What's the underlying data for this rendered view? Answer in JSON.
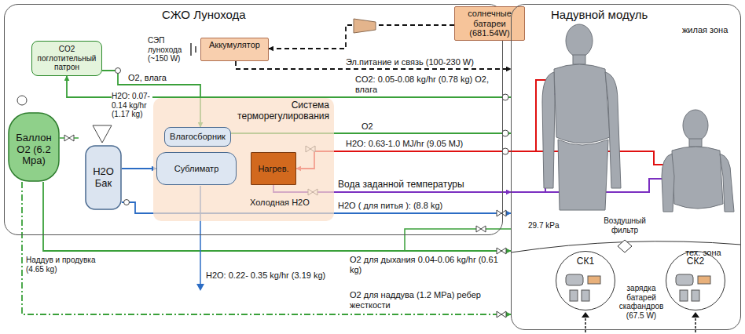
{
  "diagram": {
    "nodes": [
      {
        "text": [
          "СЖО Лунохода"
        ]
      },
      {
        "text": [
          "солнечные батареи (681.54W)"
        ]
      },
      {
        "text": [
          "Надувной модуль"
        ]
      },
      {
        "text": [
          "CO2 поглотительный патрон"
        ],
        "in": 0
      },
      {
        "text": [
          "Аккумулятор"
        ],
        "in": 0
      },
      {
        "text": [
          "Баллон O2 (6.2 Mpa)"
        ],
        "in": 0
      },
      {
        "text": [
          "H2O Бак"
        ],
        "in": 0
      },
      {
        "text": [
          "Система терморегулирования"
        ],
        "in": 0
      },
      {
        "text": [
          "Влагосборник"
        ],
        "in": 7
      },
      {
        "text": [
          "Сублиматр"
        ],
        "in": 7
      },
      {
        "text": [
          "Нагрев."
        ],
        "in": 7
      },
      {
        "text": [
          "СК1"
        ],
        "in": 2
      },
      {
        "text": [
          "СК2"
        ],
        "in": 2
      }
    ],
    "edges": [
      {
        "from": 1,
        "to": 4,
        "arrow": "to"
      },
      {
        "from": 4,
        "to": 2,
        "label": "Эл.питание и связь (100-230 W)",
        "arrow": "to"
      },
      {
        "from": 2,
        "to": 3,
        "label": "CO2: 0.05-0.08 kg/hr (0.78 kg) O2, влага",
        "arrow": "to"
      },
      {
        "from": 3,
        "to": 8,
        "label": "O2, влага",
        "arrow": "to"
      },
      {
        "from": 8,
        "to": 2,
        "label": "O2",
        "arrow": "to"
      },
      {
        "from": 6,
        "to": 9,
        "label": "H2O: 0.07-0.14 kg/hr (1.17 kg)",
        "arrow": "to"
      },
      {
        "from": 2,
        "to": 10,
        "label": "H2O: 0.63-1.0 MJ/hr (9.05 MJ)",
        "arrow": "to"
      },
      {
        "from": 10,
        "to": 2,
        "label": "Вода заданной температуры",
        "arrow": "to"
      },
      {
        "from": 6,
        "to": 2,
        "label": "H2O ( для питья ): (8.8 kg)",
        "arrow": "to"
      },
      {
        "from": 5,
        "to": 2,
        "label": "O2 для дыхания 0.04-0.06 kg/hr (0.61 kg)",
        "arrow": "to"
      },
      {
        "from": 5,
        "to": 2,
        "label": "O2 для наддува (1.2 MPa) ребер жесткости",
        "arrow": "to"
      }
    ],
    "labels": [
      "СЭП лунохода (~150 W)",
      "жилая зона",
      "тех. зона",
      "Воздушный фильтр",
      "Холодная H2O",
      "H2O: 0.22- 0.35 kg/hr (3.19 kg)",
      "Наддув и продувка (4.65 kg)",
      "29.7 kPa",
      "зарядка батарей скафандров (67.5 W)"
    ]
  }
}
